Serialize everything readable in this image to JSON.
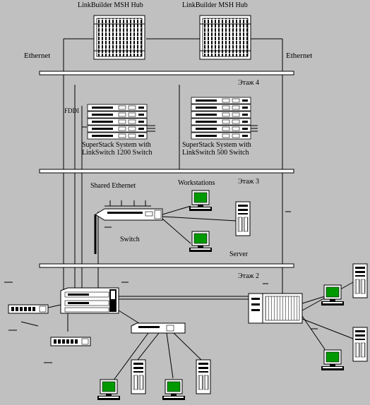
{
  "hubs": {
    "left_label": "LinkBuilder MSH Hub",
    "right_label": "LinkBuilder MSH Hub"
  },
  "ethernet": {
    "left": "Ethernet",
    "right": "Ethernet"
  },
  "floors": {
    "floor4": "Этаж 4",
    "floor3": "Этаж 3",
    "floor2": "Этаж 2"
  },
  "fddi": "FDDI",
  "superstack": {
    "left_line1": "SuperStack System with",
    "left_line2": "LinkSwitch 1200 Switch",
    "right_line1": "SuperStack System with",
    "right_line2": "LinkSwitch 500 Switch"
  },
  "shared_ethernet": "Shared Ethernet",
  "workstations": "Workstations",
  "switch": "Switch",
  "server": "Server",
  "colors": {
    "background": "#c0c0c0",
    "device": "#ffffff",
    "screen": "#009900",
    "line": "#000000"
  }
}
